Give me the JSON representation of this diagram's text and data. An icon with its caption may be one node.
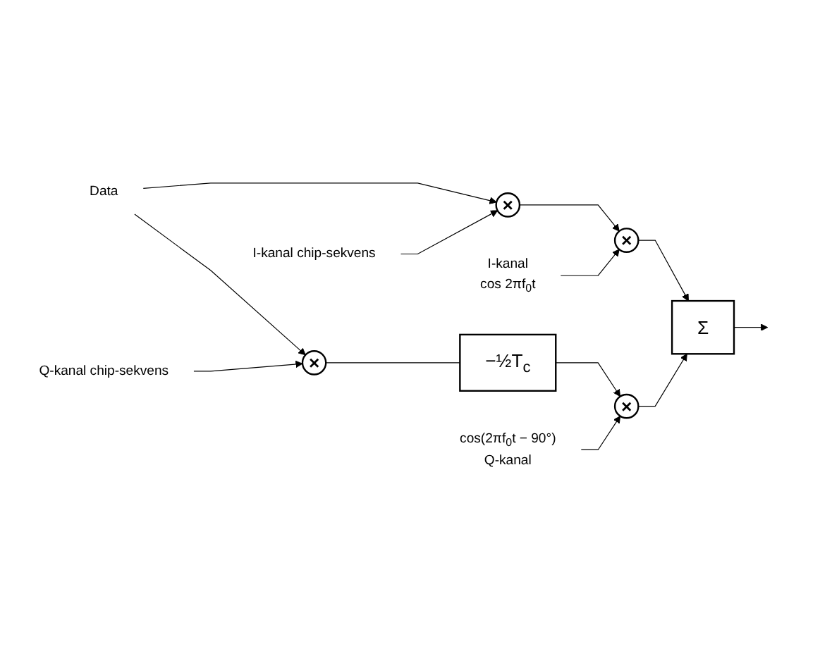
{
  "diagram": {
    "nodes": [
      {
        "text": [
          "Data"
        ]
      },
      {
        "text": [
          "I-kanal chip-sekvens"
        ]
      },
      {
        "text": [
          "×"
        ]
      },
      {
        "text": [
          "I-kanal",
          "cos 2πf$_{0}$t"
        ]
      },
      {
        "text": [
          "×"
        ]
      },
      {
        "text": [
          "Σ"
        ]
      },
      {
        "text": [
          "Q-kanal chip-sekvens"
        ]
      },
      {
        "text": [
          "×"
        ]
      },
      {
        "text": [
          "−½T$_{c}$"
        ]
      },
      {
        "text": [
          "×"
        ]
      },
      {
        "text": [
          "cos(2πf$_{0}$t − 90°)",
          "Q-kanal"
        ]
      }
    ],
    "edges": [
      {
        "from": 0,
        "to": 2,
        "arrow": "to"
      },
      {
        "from": 0,
        "to": 7,
        "arrow": "to"
      },
      {
        "from": 1,
        "to": 2,
        "arrow": "to"
      },
      {
        "from": 2,
        "to": 4,
        "arrow": "to"
      },
      {
        "from": 3,
        "to": 4,
        "arrow": "to"
      },
      {
        "from": 4,
        "to": 5,
        "arrow": "to"
      },
      {
        "from": 6,
        "to": 7,
        "arrow": "to"
      },
      {
        "from": 7,
        "to": 8,
        "arrow": "none"
      },
      {
        "from": 8,
        "to": 9,
        "arrow": "to"
      },
      {
        "from": 10,
        "to": 9,
        "arrow": "to"
      },
      {
        "from": 9,
        "to": 5,
        "arrow": "to"
      },
      {
        "from": 5,
        "to": null,
        "arrow": "to"
      }
    ]
  }
}
